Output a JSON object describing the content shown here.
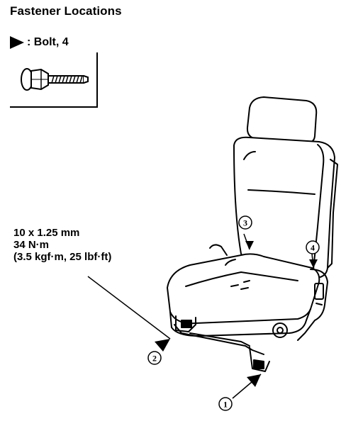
{
  "title": "Fastener Locations",
  "legend": {
    "marker_icon": "filled-triangle-pointer",
    "label": ": Bolt, 4"
  },
  "torque_spec": {
    "size": "10 x 1.25 mm",
    "torque_nm": "34 N·m",
    "torque_alt": "(3.5 kgf·m, 25 lbf·ft)"
  },
  "callouts": [
    "1",
    "2",
    "3",
    "4"
  ]
}
